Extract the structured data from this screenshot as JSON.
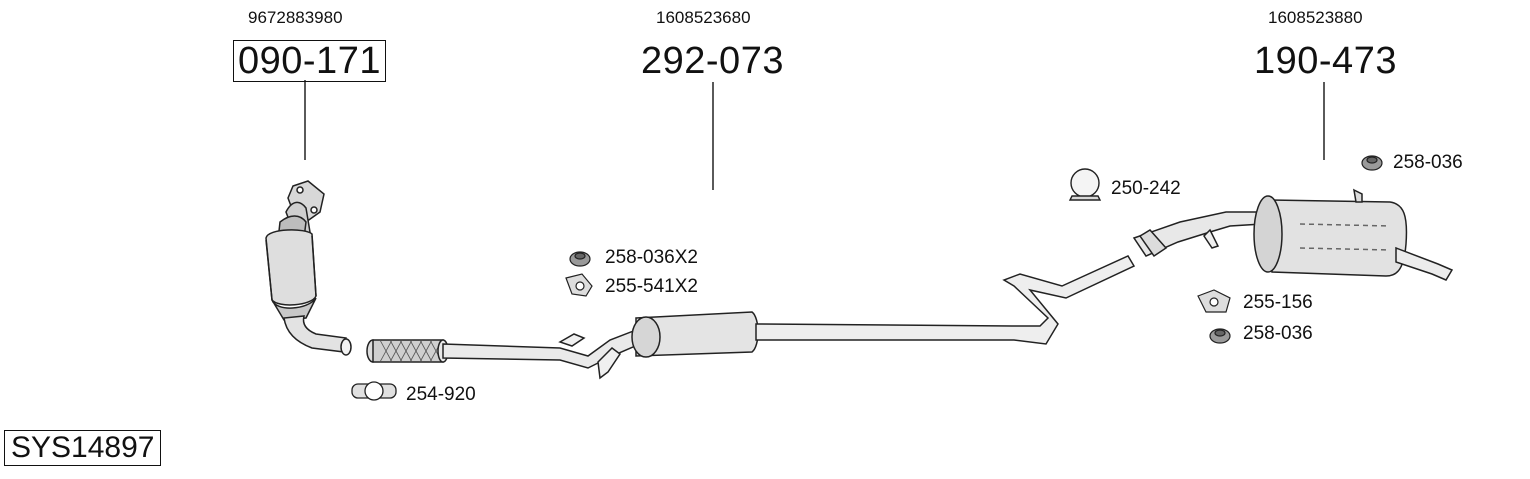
{
  "system_code": "SYS14897",
  "main_parts": [
    {
      "number": "090-171",
      "oem": "9672883980",
      "boxed": true
    },
    {
      "number": "292-073",
      "oem": "1608523680",
      "boxed": false
    },
    {
      "number": "190-473",
      "oem": "1608523880",
      "boxed": false
    }
  ],
  "accessories": [
    {
      "label": "254-920",
      "icon": "clamp-icon"
    },
    {
      "label": "258-036X2",
      "icon": "rubber-mount-icon"
    },
    {
      "label": "255-541X2",
      "icon": "hanger-bracket-icon"
    },
    {
      "label": "250-242",
      "icon": "pipe-clamp-icon"
    },
    {
      "label": "258-036",
      "icon": "rubber-mount-icon"
    },
    {
      "label": "255-156",
      "icon": "hanger-bracket-icon"
    },
    {
      "label": "258-036",
      "icon": "rubber-mount-icon"
    }
  ]
}
